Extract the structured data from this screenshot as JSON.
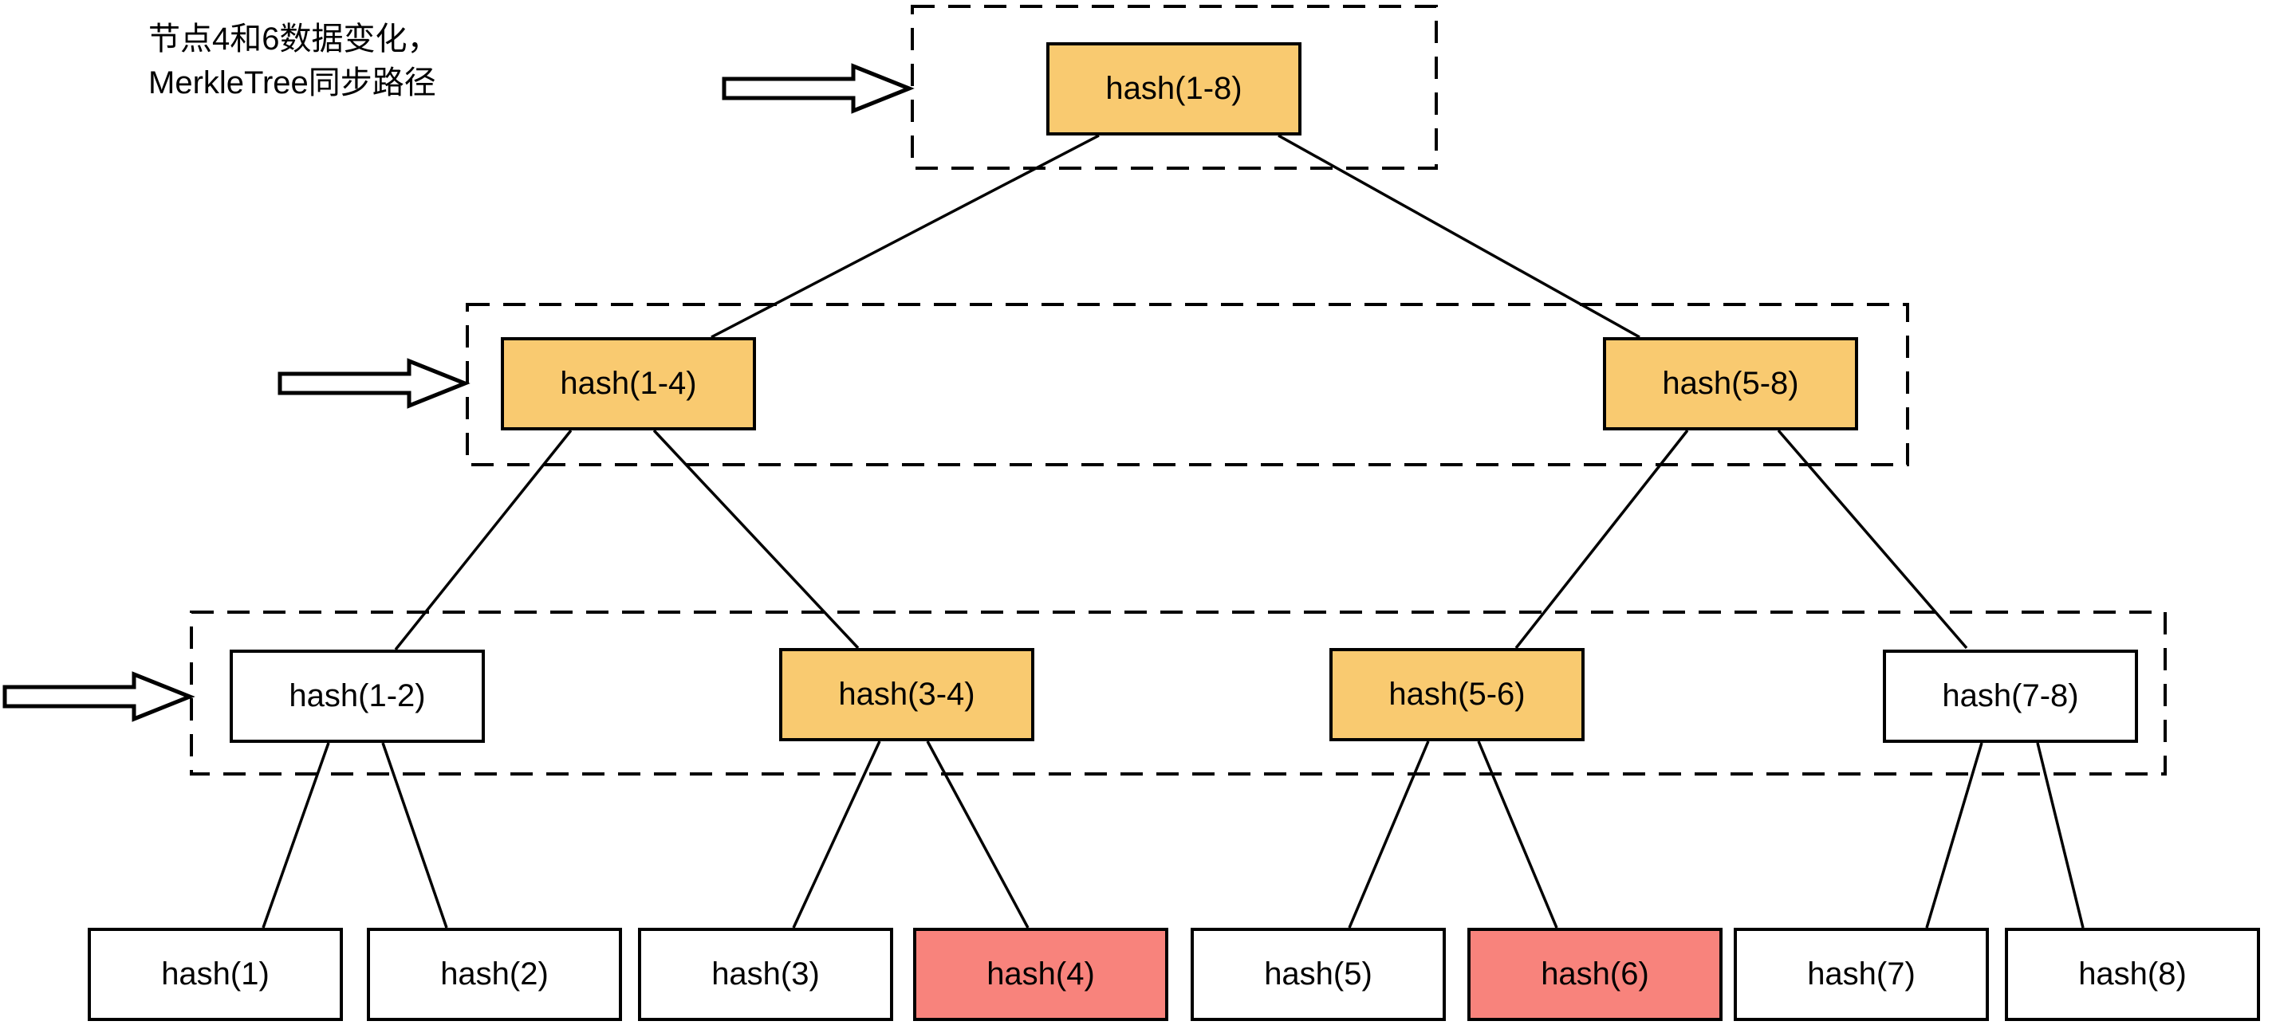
{
  "title": {
    "line1": "节点4和6数据变化，",
    "line2": "MerkleTree同步路径"
  },
  "colors": {
    "orange": "#F9CA70",
    "red": "#F8837C",
    "white": "#FFFFFF",
    "line": "#000000"
  },
  "nodes": [
    {
      "id": "hash-1-8",
      "label": "hash(1-8)",
      "level": 0,
      "color": "orange"
    },
    {
      "id": "hash-1-4",
      "label": "hash(1-4)",
      "level": 1,
      "color": "orange"
    },
    {
      "id": "hash-5-8",
      "label": "hash(5-8)",
      "level": 1,
      "color": "orange"
    },
    {
      "id": "hash-1-2",
      "label": "hash(1-2)",
      "level": 2,
      "color": "white"
    },
    {
      "id": "hash-3-4",
      "label": "hash(3-4)",
      "level": 2,
      "color": "orange"
    },
    {
      "id": "hash-5-6",
      "label": "hash(5-6)",
      "level": 2,
      "color": "orange"
    },
    {
      "id": "hash-7-8",
      "label": "hash(7-8)",
      "level": 2,
      "color": "white"
    },
    {
      "id": "hash-1",
      "label": "hash(1)",
      "level": 3,
      "color": "white"
    },
    {
      "id": "hash-2",
      "label": "hash(2)",
      "level": 3,
      "color": "white"
    },
    {
      "id": "hash-3",
      "label": "hash(3)",
      "level": 3,
      "color": "white"
    },
    {
      "id": "hash-4",
      "label": "hash(4)",
      "level": 3,
      "color": "red"
    },
    {
      "id": "hash-5",
      "label": "hash(5)",
      "level": 3,
      "color": "white"
    },
    {
      "id": "hash-6",
      "label": "hash(6)",
      "level": 3,
      "color": "red"
    },
    {
      "id": "hash-7",
      "label": "hash(7)",
      "level": 3,
      "color": "white"
    },
    {
      "id": "hash-8",
      "label": "hash(8)",
      "level": 3,
      "color": "white"
    }
  ]
}
